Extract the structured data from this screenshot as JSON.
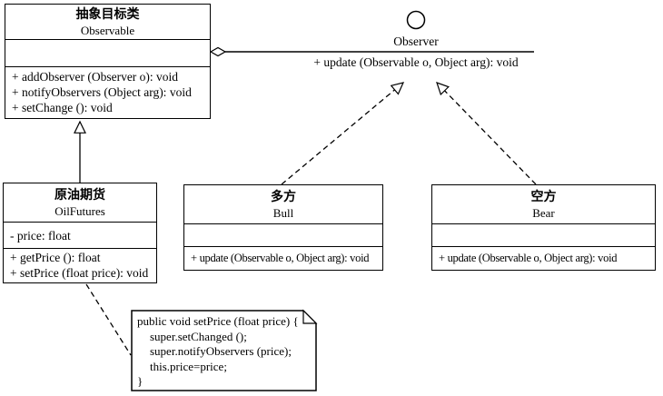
{
  "colors": {
    "line": "#000000",
    "background": "#ffffff"
  },
  "classes": {
    "observable": {
      "title_zh": "抽象目标类",
      "title_en": "Observable",
      "attributes": [],
      "methods": [
        "+ addObserver (Observer o): void",
        "+ notifyObservers (Object arg): void",
        "+ setChange (): void"
      ]
    },
    "oilfutures": {
      "title_zh": "原油期货",
      "title_en": "OilFutures",
      "attributes": [
        "- price: float"
      ],
      "methods": [
        "+ getPrice (): float",
        "+ setPrice (float price): void"
      ]
    },
    "bull": {
      "title_zh": "多方",
      "title_en": "Bull",
      "attributes": [],
      "methods": [
        "+ update (Observable o, Object arg): void"
      ]
    },
    "bear": {
      "title_zh": "空方",
      "title_en": "Bear",
      "attributes": [],
      "methods": [
        "+ update (Observable o, Object arg): void"
      ]
    }
  },
  "interface": {
    "name": "Observer",
    "method": "+ update (Observable o, Object arg): void"
  },
  "note": {
    "lines": [
      "public void setPrice (float price) {",
      "super.setChanged ();",
      "super.notifyObservers (price);",
      "this.price=price;",
      "}"
    ]
  }
}
